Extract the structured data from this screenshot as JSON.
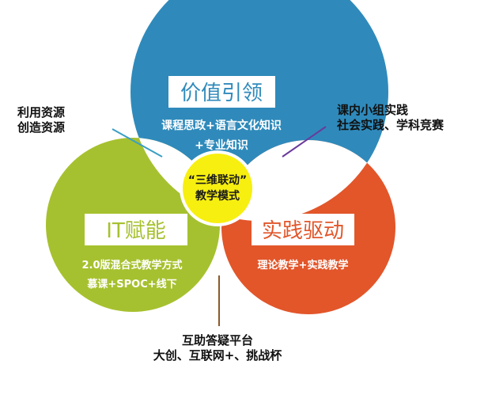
{
  "diagram": {
    "colors": {
      "top_circle": "#2f8abb",
      "left_circle": "#a6c12f",
      "right_circle": "#e2562a",
      "overlap_gap": "#ffffff",
      "center_circle": "#f7ef10",
      "label_box": "#ffffff"
    },
    "top": {
      "title": "价值引领",
      "line1": "课程思政+语言文化知识",
      "line2": "+专业知识"
    },
    "left": {
      "title": "IT赋能",
      "line1": "2.0版混合式教学方式",
      "line2": "慕课+SPOC+线下"
    },
    "right": {
      "title": "实践驱动",
      "line1": "理论教学+实践教学"
    },
    "center": {
      "line1": "“三维联动”",
      "line2": "教学模式"
    },
    "callouts": {
      "top_left": [
        "利用资源",
        "创造资源"
      ],
      "top_right": [
        "课内小组实践",
        "社会实践、学科竞赛"
      ],
      "bottom": [
        "互助答疑平台",
        "大创、互联网+、挑战杯"
      ]
    }
  }
}
